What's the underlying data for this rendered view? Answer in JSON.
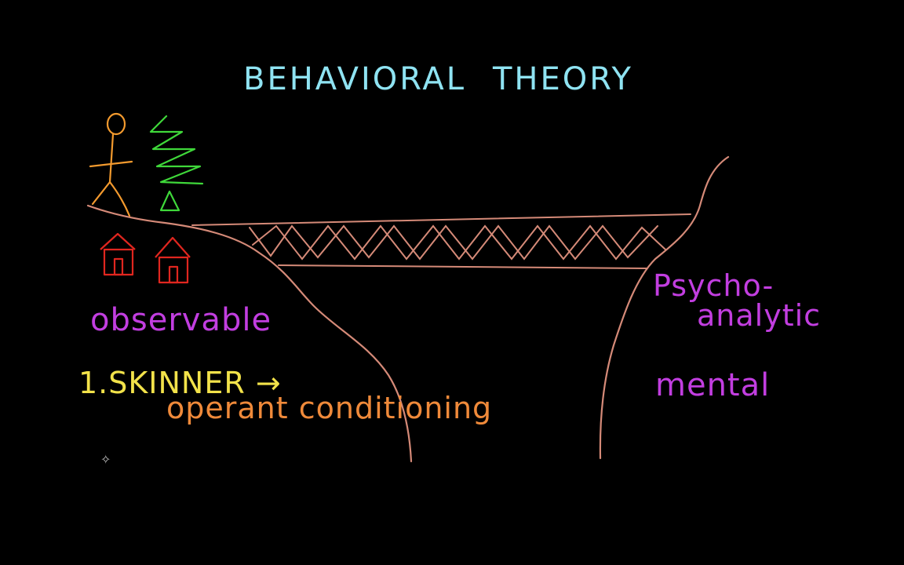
{
  "colors": {
    "background": "#000000",
    "title": "#8fe3f2",
    "cliff": "#d58a78",
    "stick_figure": "#f39a2e",
    "tree": "#3fd83a",
    "house": "#e0261f",
    "purple_text": "#c23ee0",
    "skinner": "#f2e24a",
    "operant": "#f08a3a"
  },
  "title": {
    "left": "BEHAVIORAL",
    "right": "THEORY"
  },
  "labels": {
    "observable": "observable",
    "skinner": "1.SKINNER →",
    "operant": "operant conditioning",
    "psycho_line1": "Psycho-",
    "psycho_line2": "analytic",
    "mental": "mental"
  },
  "icons": [
    "stick-figure-icon",
    "pine-tree-icon",
    "house-icon",
    "house-icon",
    "pen-cursor-icon"
  ]
}
